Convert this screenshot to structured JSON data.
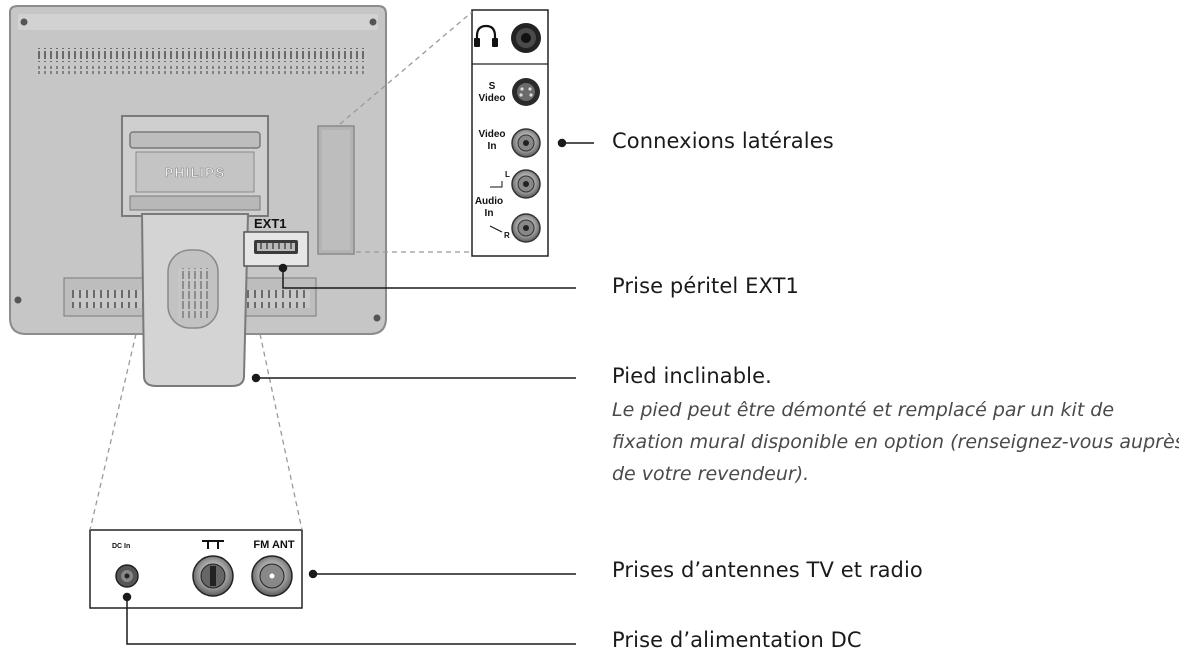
{
  "device": {
    "brand": "PHILIPS",
    "scart_label": "EXT1"
  },
  "side_panel": {
    "svideo_label_1": "S",
    "svideo_label_2": "Video",
    "videoin_label_1": "Video",
    "videoin_label_2": "In",
    "audio_label_1": "Audio",
    "audio_label_2": "In",
    "audio_left": "L",
    "audio_right": "R"
  },
  "bottom_panel": {
    "dc_label": "DC In",
    "fm_label": "FM ANT"
  },
  "callouts": [
    {
      "title": "Connexions latérales"
    },
    {
      "title": "Prise péritel EXT1"
    },
    {
      "title": "Pied inclinable.",
      "desc": "Le pied peut être démonté et remplacé par un kit de fixation mural disponible en option (renseignez-vous auprès de votre revendeur)."
    },
    {
      "title": "Prises d’antennes TV et radio"
    },
    {
      "title": "Prise d’alimentation DC"
    }
  ],
  "colors": {
    "body": "#c8c8c8",
    "body_edge": "#8a8a8a",
    "line": "#1a1a1a",
    "dashed": "#9a9a9a"
  }
}
